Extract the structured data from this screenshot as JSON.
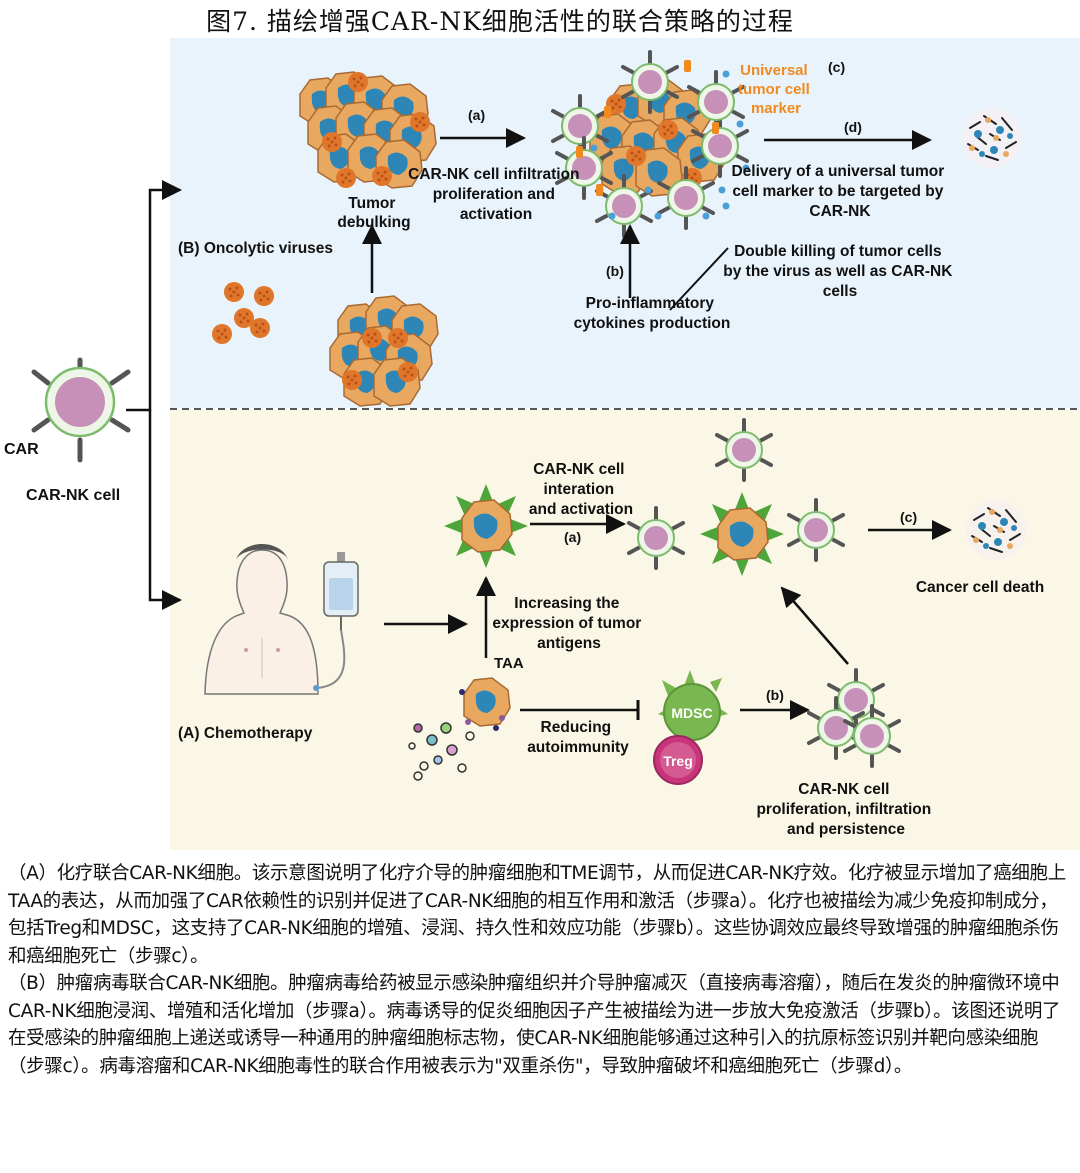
{
  "figure_title": "图7. 描绘增强CAR-NK细胞活性的联合策略的过程",
  "left": {
    "car_label": "CAR",
    "cell_label": "CAR-NK cell"
  },
  "oncolytic": {
    "branch_label": "(B) Oncolytic viruses",
    "tumor_debulking": [
      "Tumor",
      "debulking"
    ],
    "step_a": "(a)",
    "infiltration": [
      "CAR-NK cell infiltration",
      "proliferation and",
      "activation"
    ],
    "marker": [
      "Universal",
      "tumor cell",
      "marker"
    ],
    "step_c": "(c)",
    "step_d": "(d)",
    "delivery": [
      "Delivery of a universal tumor",
      "cell marker to be targeted by",
      "CAR-NK"
    ],
    "double_killing": [
      "Double killing of tumor cells",
      "by the virus as well as CAR-NK",
      "cells"
    ],
    "step_b": "(b)",
    "cytokines": [
      "Pro-inflammatory",
      "cytokines production"
    ]
  },
  "chemo": {
    "branch_label": "(A) Chemotherapy",
    "interaction": [
      "CAR-NK cell",
      "interation",
      "and activation"
    ],
    "step_a": "(a)",
    "step_c": "(c)",
    "cancer_death": "Cancer cell death",
    "increasing": [
      "Increasing the",
      "expression of tumor",
      "antigens"
    ],
    "taa": "TAA",
    "reducing": [
      "Reducing",
      "autoimmunity"
    ],
    "mdsc": "MDSC",
    "treg": "Treg",
    "step_b": "(b)",
    "proliferation": [
      "CAR-NK cell",
      "proliferation, infiltration",
      "and persistence"
    ]
  },
  "colors": {
    "top_panel_bg": "#e9f3fb",
    "bottom_panel_bg": "#fbf7e7",
    "marker_text": "#f08a1e",
    "nk_cell_body": "#c690b8",
    "tumor_cell": "#e8a860",
    "tumor_nucleus": "#2d86b5",
    "virus": "#e0762a",
    "green_spike": "#4ea63a",
    "mdsc": "#79b850",
    "treg": "#c8357a"
  },
  "caption": [
    "（A）化疗联合CAR-NK细胞。该示意图说明了化疗介导的肿瘤细胞和TME调节，从而促进CAR-NK疗效。化疗被显示增加了癌细胞上TAA的表达，从而加强了CAR依赖性的识别并促进了CAR-NK细胞的相互作用和激活（步骤a）。化疗也被描绘为减少免疫抑制成分，包括Treg和MDSC，这支持了CAR-NK细胞的增殖、浸润、持久性和效应功能（步骤b）。这些协调效应最终导致增强的肿瘤细胞杀伤和癌细胞死亡（步骤c）。",
    "（B）肿瘤病毒联合CAR-NK细胞。肿瘤病毒给药被显示感染肿瘤组织并介导肿瘤减灭（直接病毒溶瘤），随后在发炎的肿瘤微环境中CAR-NK细胞浸润、增殖和活化增加（步骤a）。病毒诱导的促炎细胞因子产生被描绘为进一步放大免疫激活（步骤b）。该图还说明了在受感染的肿瘤细胞上递送或诱导一种通用的肿瘤细胞标志物，使CAR-NK细胞能够通过这种引入的抗原标签识别并靶向感染细胞（步骤c）。病毒溶瘤和CAR-NK细胞毒性的联合作用被表示为\"双重杀伤\"，导致肿瘤破坏和癌细胞死亡（步骤d）。"
  ]
}
